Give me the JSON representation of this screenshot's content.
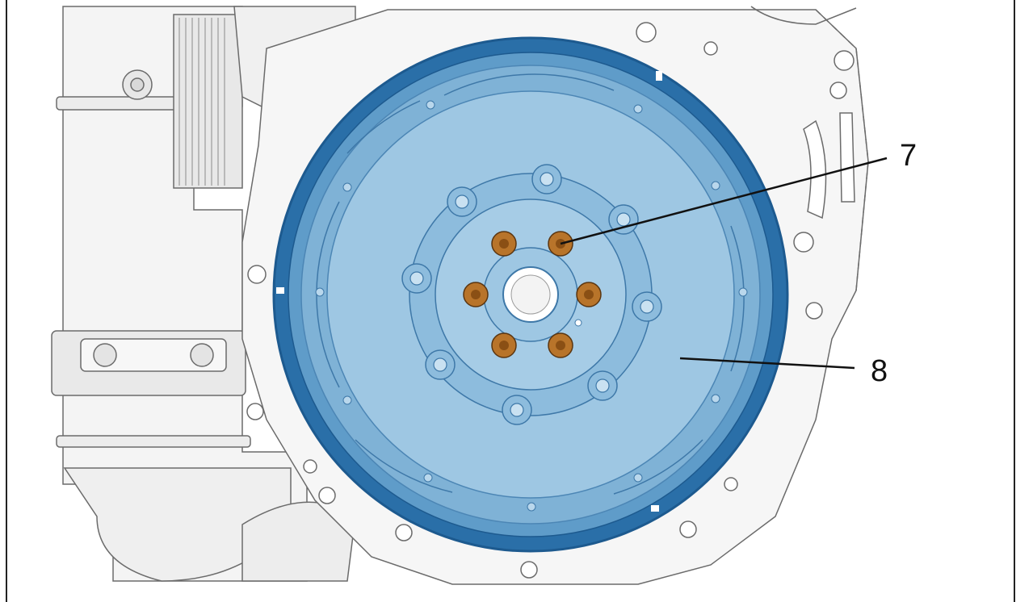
{
  "colors": {
    "flywheel_light": "#9ec7e3",
    "flywheel_mid": "#7fb2d6",
    "flywheel_rim": "#2a6fa8",
    "flywheel_rim_dark": "#1d5a8f",
    "bolt": "#b8742a",
    "engine_fill": "#f4f4f4",
    "engine_line": "#6b6b6b",
    "leader_line": "#111111"
  },
  "callouts": [
    {
      "number": "7",
      "target": "flywheel-bolt"
    },
    {
      "number": "8",
      "target": "flywheel"
    }
  ],
  "icons": {
    "flywheel": "flywheel-illustration",
    "bolts": "hex-bolt-icon",
    "engine": "engine-block-illustration"
  }
}
